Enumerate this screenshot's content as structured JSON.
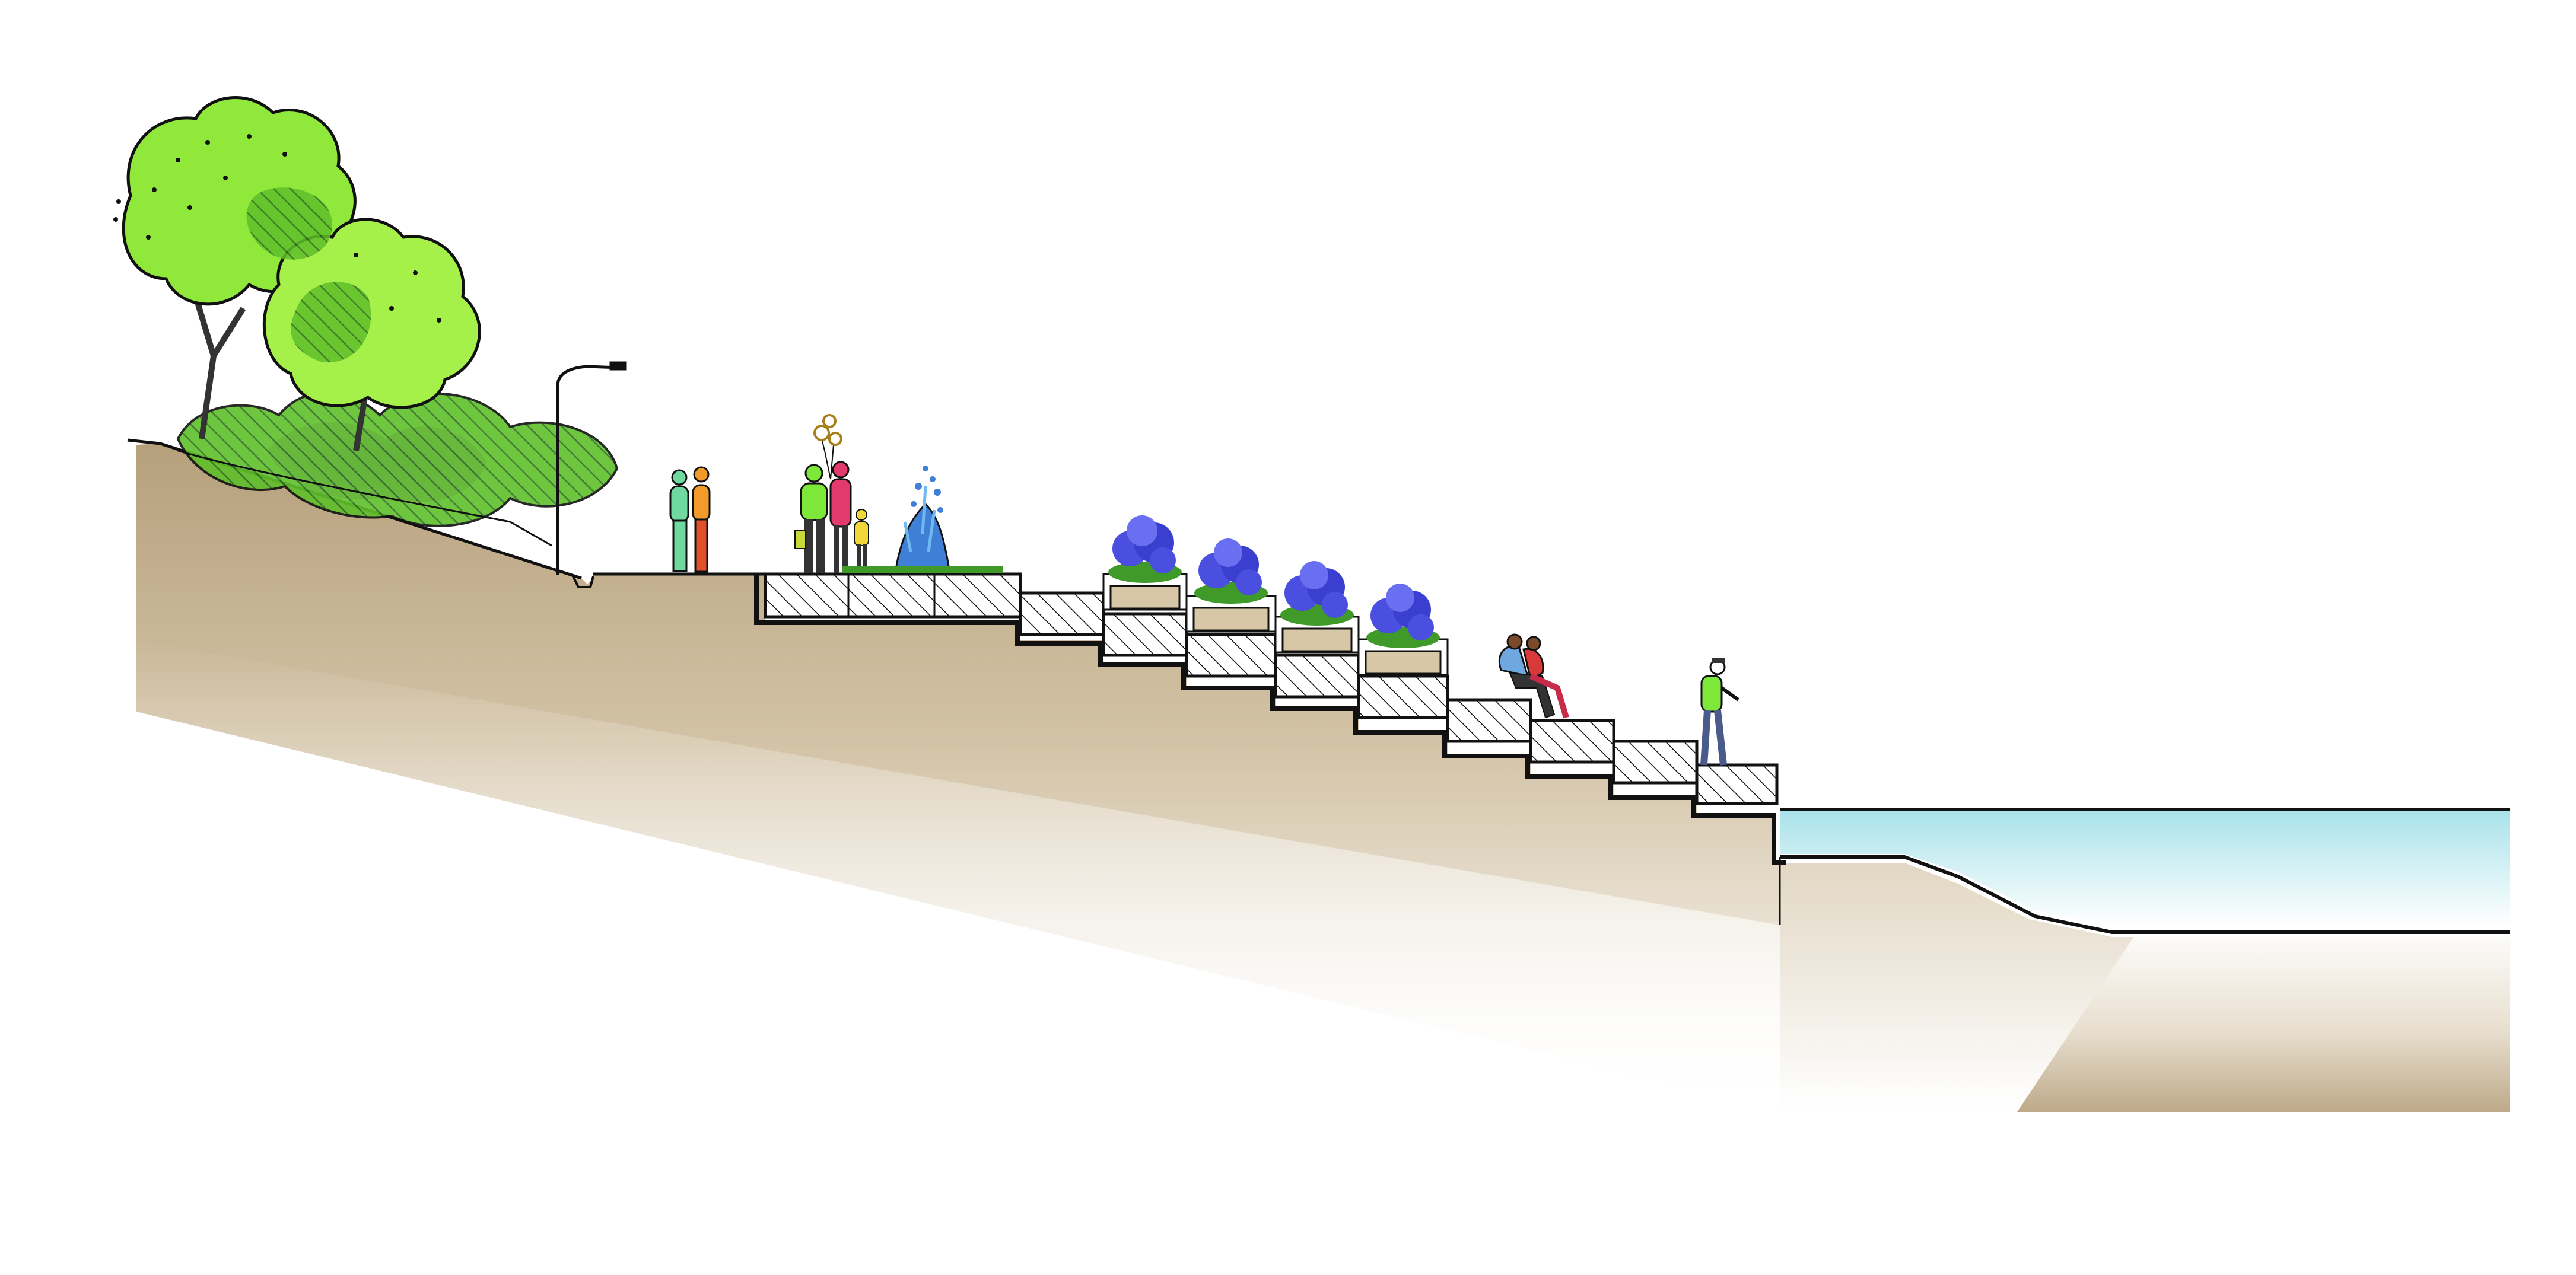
{
  "diagram": {
    "kind": "landscape-section",
    "elements": [
      "tree-canopy",
      "shrub-mass",
      "street-lamp",
      "pedestrians",
      "terraced-steps",
      "planter-boxes",
      "flowering-shrubs",
      "fountain",
      "seated-couple",
      "walker",
      "water-body",
      "ground-section"
    ]
  },
  "colors": {
    "ground_top": "#b6a07c",
    "ground_bottom": "#ffffff",
    "water_top": "#c7ecf0",
    "water_bottom": "#ffffff",
    "tree_light": "#8fe83a",
    "tree_mid": "#5fbf2a",
    "tree_dark": "#2f7a2a",
    "shrub_purple": "#a142d6",
    "flower_blue": "#4b4fe0",
    "flower_green": "#3f9a2a",
    "planter_soil": "#d8c7a6",
    "fountain_blue": "#3f7fd6",
    "line": "#111111"
  }
}
